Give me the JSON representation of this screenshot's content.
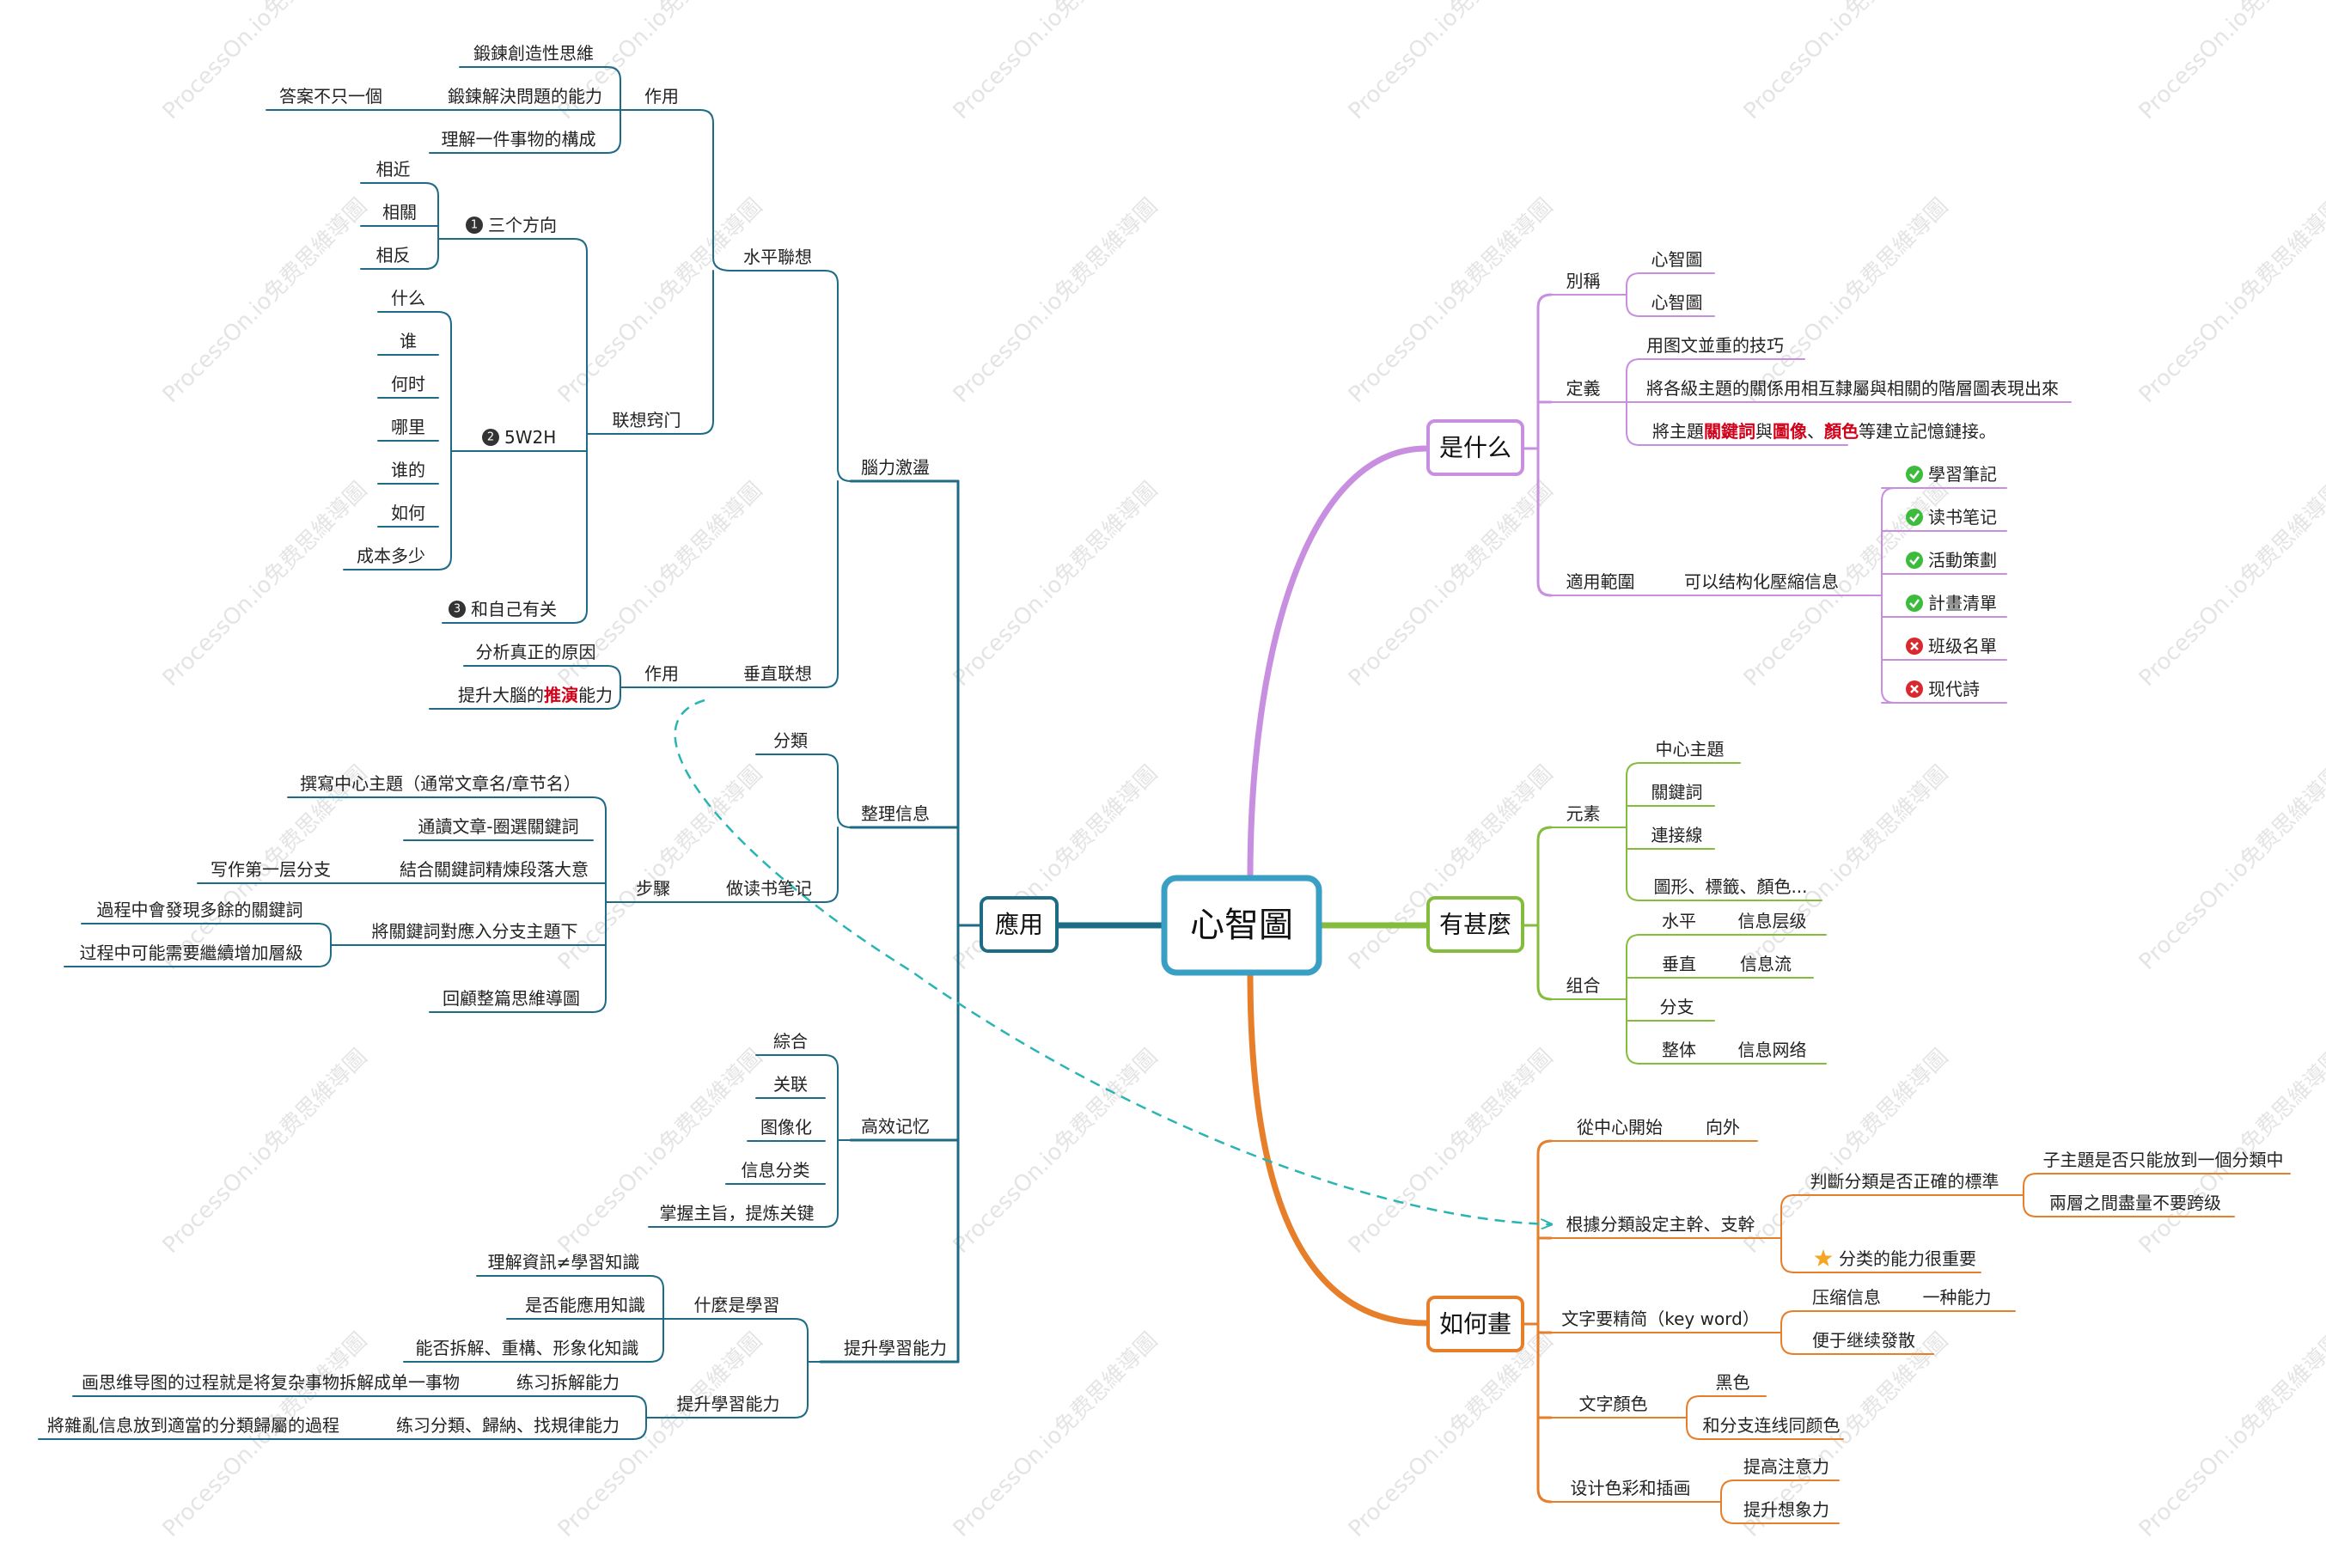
{
  "watermark": "ProcessOn.io免费思維導圖",
  "colors": {
    "central": "#3a9fc5",
    "apply": "#1d6b84",
    "what": "#c88ee0",
    "have": "#84bd3d",
    "how": "#e67e2a",
    "dash": "#2ab4b4",
    "red_text": "#d0021b",
    "check": "#3dbb3d",
    "cross": "#d8292f",
    "star": "#f5a623",
    "text": "#222222"
  },
  "central": {
    "label": "心智圖"
  },
  "branches": {
    "apply": {
      "label": "應用"
    },
    "what": {
      "label": "是什么"
    },
    "have": {
      "label": "有甚麼"
    },
    "how": {
      "label": "如何畫"
    }
  },
  "nodes": {
    "b1": "腦力激盪",
    "b1a": "水平聯想",
    "b1a1": "作用",
    "b1a1a": "鍛鍊創造性思維",
    "b1a1b": "鍛鍊解決問題的能力",
    "b1a1b1": "答案不只一個",
    "b1a1c": "理解一件事物的構成",
    "b1a2": "联想窍门",
    "b1a2a": "三个方向",
    "b1a2a1": "相近",
    "b1a2a2": "相關",
    "b1a2a3": "相反",
    "b1a2b": "5W2H",
    "b1a2b1": "什么",
    "b1a2b2": "谁",
    "b1a2b3": "何时",
    "b1a2b4": "哪里",
    "b1a2b5": "谁的",
    "b1a2b6": "如何",
    "b1a2b7": "成本多少",
    "b1a2c": "和自己有关",
    "b1b": "垂直联想",
    "b1b1": "作用",
    "b1b1a": "分析真正的原因",
    "b1b1b_pre": "提升大腦的",
    "b1b1b_red": "推演",
    "b1b1b_post": "能力",
    "b2": "整理信息",
    "b2a": "分類",
    "b2b": "做读书笔记",
    "b2b1": "步驟",
    "b2b1a": "撰寫中心主題（通常文章名/章节名）",
    "b2b1b": "通讀文章-圈選關鍵詞",
    "b2b1c": "結合關鍵詞精煉段落大意",
    "b2b1c1": "写作第一层分支",
    "b2b1d": "將關鍵詞對應入分支主題下",
    "b2b1d1": "過程中會發現多餘的關鍵詞",
    "b2b1d2": "过程中可能需要繼續增加層級",
    "b2b1e": "回顧整篇思維導圖",
    "b3": "高效记忆",
    "b3a": "綜合",
    "b3b": "关联",
    "b3c": "图像化",
    "b3d": "信息分类",
    "b3e": "掌握主旨，提炼关键",
    "b4": "提升學習能力",
    "b4a": "什麼是學習",
    "b4a1": "理解資訊≠學習知識",
    "b4a2": "是否能應用知識",
    "b4a3": "能否拆解、重構、形象化知識",
    "b4b": "提升學習能力",
    "b4b1": "练习拆解能力",
    "b4b1a": "画思维导图的过程就是将复杂事物拆解成单一事物",
    "b4b2": "练习分類、歸納、找規律能力",
    "b4b2a": "將雜亂信息放到適當的分類歸屬的過程",
    "w1": "別稱",
    "w1a": "心智圖",
    "w1b": "心智圖",
    "w2": "定義",
    "w2a": "用图文並重的技巧",
    "w2b": "將各級主題的關係用相互隸屬與相關的階層圖表現出來",
    "w2c_1": "將主題",
    "w2c_2": "關鍵詞",
    "w2c_3": "與",
    "w2c_4": "圖像",
    "w2c_5": "、",
    "w2c_6": "顏色",
    "w2c_7": "等建立記憶鏈接。",
    "w3": "適用範圍",
    "w3a": "可以结构化壓縮信息",
    "w3a1": "學習筆記",
    "w3a2": "读书笔记",
    "w3a3": "活動策劃",
    "w3a4": "計畫清單",
    "w3a5": "班级名單",
    "w3a6": "现代詩",
    "h1": "元素",
    "h1a": "中心主題",
    "h1b": "關鍵詞",
    "h1c": "連接線",
    "h1d": "圖形、標籤、顏色...",
    "h2": "组合",
    "h2a": "水平",
    "h2a1": "信息层级",
    "h2b": "垂直",
    "h2b1": "信息流",
    "h2c": "分支",
    "h2d": "整体",
    "h2d1": "信息网络",
    "o1": "從中心開始",
    "o1a": "向外",
    "o2": "根據分類設定主幹、支幹",
    "o2a": "判斷分類是否正確的標準",
    "o2a1": "子主題是否只能放到一個分類中",
    "o2a2": "兩層之間盡量不要跨级",
    "o2b": "分类的能力很重要",
    "o3": "文字要精简（key word）",
    "o3a": "压缩信息",
    "o3a1": "一种能力",
    "o3b": "便于继续發散",
    "o4": "文字顏色",
    "o4a": "黑色",
    "o4b": "和分支连线同颜色",
    "o5": "设计色彩和插画",
    "o5a": "提高注意力",
    "o5b": "提升想象力"
  },
  "markers": {
    "n1": "1",
    "n2": "2",
    "n3": "3"
  }
}
